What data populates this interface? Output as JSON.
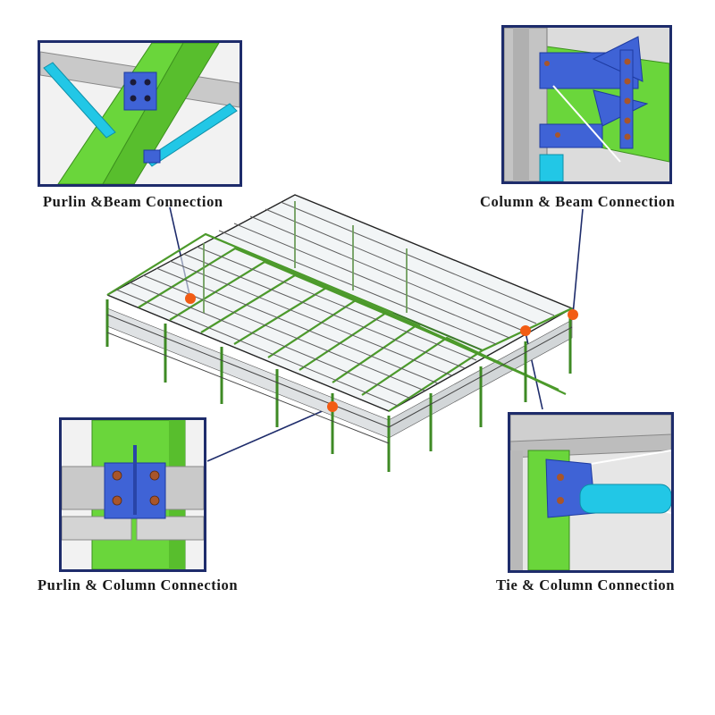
{
  "captions": {
    "purlin_beam": "Purlin &Beam Connection",
    "column_beam": "Column & Beam Connection",
    "purlin_column": "Purlin & Column Connection",
    "tie_column": "Tie & Column Connection"
  },
  "colors": {
    "frame_border": "#1e2c6b",
    "steel_green": "#6ad63b",
    "plate_blue": "#3f63d6",
    "tie_cyan": "#22c7e6",
    "bolt_brown": "#a8552a",
    "marker_orange": "#f25c14",
    "leader_line": "#1e2c6b",
    "purlin_grey": "#c8c8c8"
  }
}
